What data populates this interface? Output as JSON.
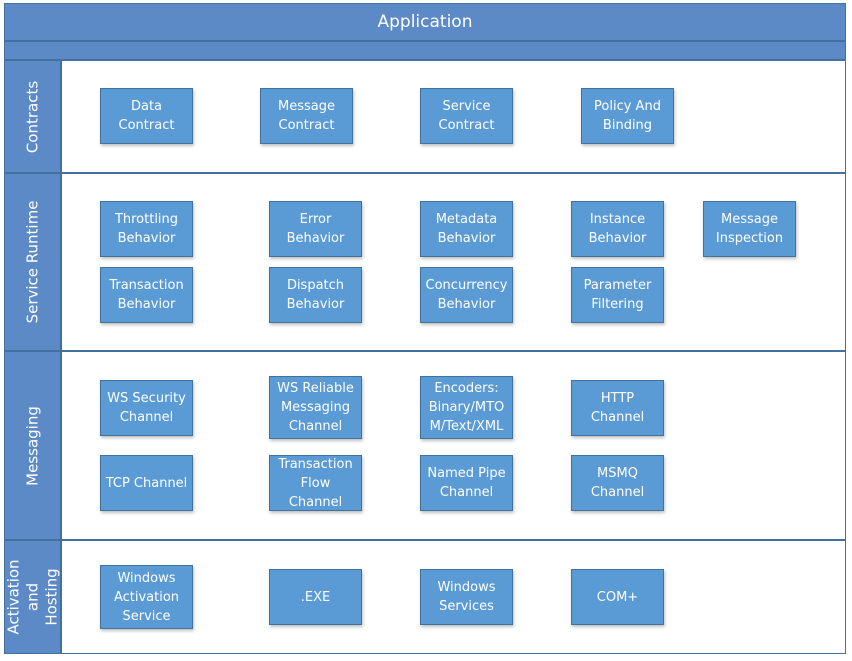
{
  "title": "Application",
  "layers": {
    "contracts": {
      "label": "Contracts",
      "items": [
        "Data\nContract",
        "Message\nContract",
        "Service\nContract",
        "Policy And\nBinding"
      ]
    },
    "service_runtime": {
      "label": "Service Runtime",
      "items": [
        "Throttling\nBehavior",
        "Error\nBehavior",
        "Metadata\nBehavior",
        "Instance\nBehavior",
        "Message\nInspection",
        "Transaction\nBehavior",
        "Dispatch\nBehavior",
        "Concurrency\nBehavior",
        "Parameter\nFiltering"
      ]
    },
    "messaging": {
      "label": "Messaging",
      "items": [
        "WS Security\nChannel",
        "WS Reliable\nMessaging\nChannel",
        "Encoders:\nBinary/MTO\nM/Text/XML",
        "HTTP\nChannel",
        "TCP Channel",
        "Transaction\nFlow Channel",
        "Named Pipe\nChannel",
        "MSMQ\nChannel"
      ]
    },
    "activation_hosting": {
      "label": "Activation\nand Hosting",
      "items": [
        "Windows\nActivation\nService",
        ".EXE",
        "Windows\nServices",
        "COM+"
      ]
    }
  },
  "colors": {
    "header_fill": "#5b8ac6",
    "box_fill": "#5b9bd5",
    "border": "#41719c",
    "text": "#ffffff"
  }
}
